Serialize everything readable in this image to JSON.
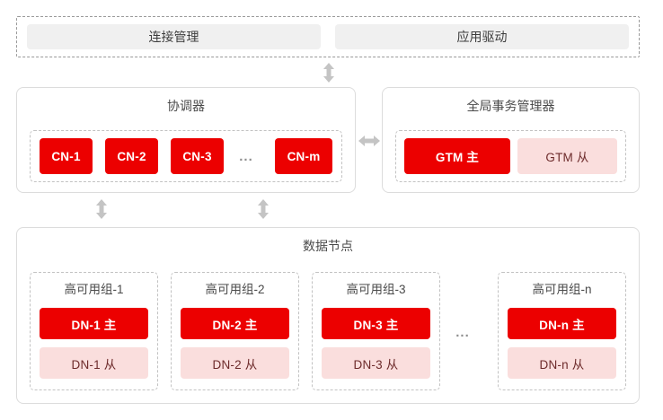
{
  "colors": {
    "primary_red": "#ec0000",
    "standby_pink": "#fadedd",
    "bar_gray": "#f0f0f0",
    "text_dark": "#4a4a4a",
    "arrow_gray": "#c4c4c4"
  },
  "top_layer": {
    "items": [
      {
        "label": "连接管理"
      },
      {
        "label": "应用驱动"
      }
    ]
  },
  "coordinator": {
    "title": "协调器",
    "nodes": [
      {
        "label": "CN-1"
      },
      {
        "label": "CN-2"
      },
      {
        "label": "CN-3"
      },
      {
        "label": "CN-m"
      }
    ],
    "ellipsis": "..."
  },
  "gtm": {
    "title": "全局事务管理器",
    "nodes": [
      {
        "label": "GTM 主",
        "role": "primary"
      },
      {
        "label": "GTM 从",
        "role": "standby"
      }
    ]
  },
  "data_nodes": {
    "title": "数据节点",
    "ellipsis": "...",
    "groups": [
      {
        "title": "高可用组-1",
        "primary": "DN-1 主",
        "standby": "DN-1 从"
      },
      {
        "title": "高可用组-2",
        "primary": "DN-2 主",
        "standby": "DN-2 从"
      },
      {
        "title": "高可用组-3",
        "primary": "DN-3 主",
        "standby": "DN-3 从"
      },
      {
        "title": "高可用组-n",
        "primary": "DN-n 主",
        "standby": "DN-n 从"
      }
    ]
  },
  "arrows": {
    "top_vertical": "double-arrow-vertical-icon",
    "coordinator_gtm": "double-arrow-horizontal-icon",
    "coordinator_dn_left": "double-arrow-vertical-icon",
    "coordinator_dn_right": "double-arrow-vertical-icon"
  }
}
